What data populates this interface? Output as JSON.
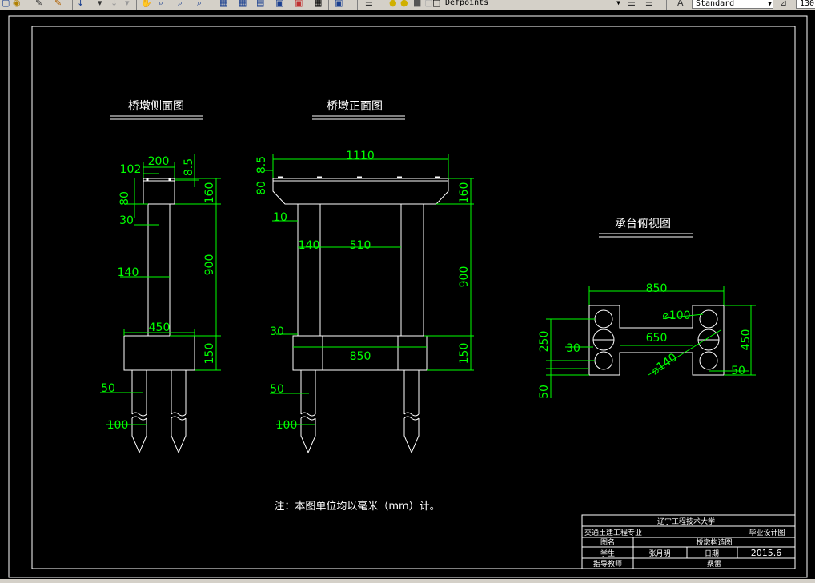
{
  "toolbar": {
    "icons": [
      "new-icon",
      "open-icon",
      "paint-icon",
      "pan-icon",
      "undo-icon",
      "redo-icon",
      "zoom-realtime-icon",
      "zoom-window-icon",
      "zoom-previous-icon",
      "zoom-extents-icon",
      "properties-icon",
      "design-center-icon",
      "tool-palette-icon",
      "sheet-set-icon",
      "markup-icon",
      "calc-icon",
      "table-icon",
      "help-icon",
      "layer-icon",
      "lightbulb-icon",
      "sun-icon",
      "lock-icon",
      "color-icon",
      "layer-states-icon",
      "layer-prev-icon",
      "text-style-icon",
      "dim-style-icon"
    ],
    "layer_value": "Defpoints",
    "text_style_value": "Standard",
    "dim_style_partial": "130"
  },
  "drawing": {
    "side_view": {
      "title": "桥墩侧面图",
      "dims": {
        "w200": "200",
        "w102": "102",
        "h85": "8.5",
        "h80": "80",
        "h160": "160",
        "w30": "30",
        "w140": "140",
        "h900": "900",
        "w450": "450",
        "h150": "150",
        "w50": "50",
        "w100": "100"
      }
    },
    "front_view": {
      "title": "桥墩正面图",
      "dims": {
        "w1110": "1110",
        "h85": "8.5",
        "h80": "80",
        "h160": "160",
        "w10": "10",
        "w140": "140",
        "w510": "510",
        "h900": "900",
        "w30": "30",
        "w850": "850",
        "h150": "150",
        "w50": "50",
        "w100": "100"
      }
    },
    "plan_view": {
      "title": "承台俯视图",
      "dims": {
        "w850": "850",
        "d100": "⌀100",
        "w650": "650",
        "h250": "250",
        "w30": "30",
        "h450": "450",
        "d140": "⌀140",
        "w50r": "50",
        "h50l": "50"
      }
    },
    "note": "注：本图单位均以毫米（mm）计。",
    "title_block": {
      "university": "辽宁工程技术大学",
      "major": "交通土建工程专业",
      "doc_type": "毕业设计图",
      "drawing_name_label": "图名",
      "drawing_name": "桥墩构造图",
      "student_label": "学生",
      "student_name": "张月明",
      "date_label": "日期",
      "date_value": "2015.6",
      "advisor_label": "指导教师",
      "advisor_name": "桑雷"
    }
  },
  "colors": {
    "dim": "#00ff00",
    "line": "#ffffff",
    "bg": "#000000"
  }
}
